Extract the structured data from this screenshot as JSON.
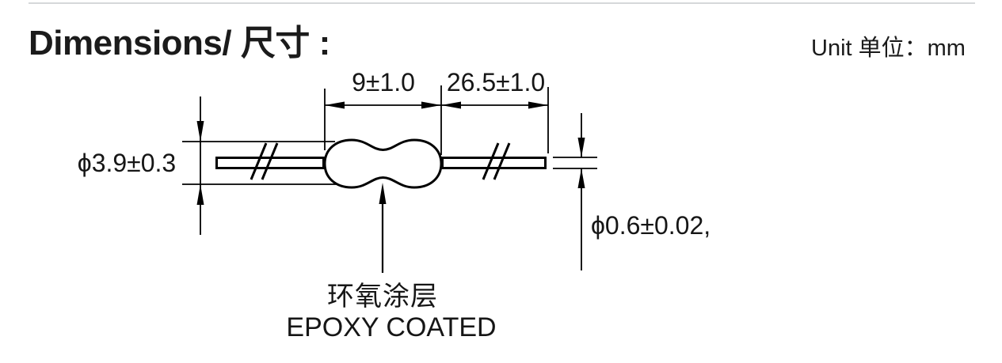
{
  "header": {
    "title": "Dimensions/ 尺寸 :",
    "unit_label": "Unit 单位：mm"
  },
  "drawing": {
    "dimensions": {
      "body_length": "9±1.0",
      "lead_length": "26.5±1.0",
      "body_diameter": "ϕ3.9±0.3",
      "lead_diameter": "ϕ0.6±0.02,"
    },
    "annotations": {
      "coating_label_cn": "环氧涂层",
      "coating_label_en": "EPOXY COATED"
    },
    "icons": {
      "lead_break_mark": "double-slash-break-icon",
      "pointer": "up-arrow-icon"
    }
  },
  "colors": {
    "background": "#ffffff",
    "line": "#000000",
    "text": "#161616",
    "divider": "#d6d8da"
  }
}
